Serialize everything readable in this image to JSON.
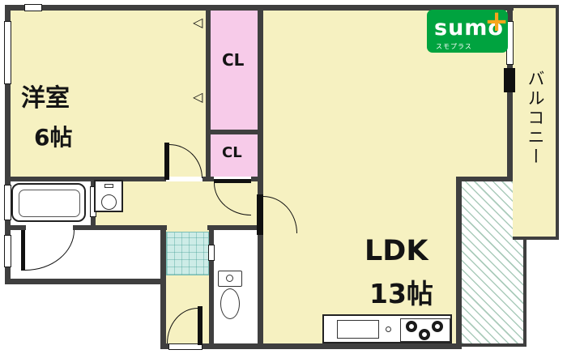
{
  "rooms": {
    "western": {
      "name": "洋室",
      "size": "6帖"
    },
    "closet_upper": {
      "label": "CL"
    },
    "closet_lower": {
      "label": "CL"
    },
    "ldk": {
      "name": "LDK",
      "size": "13帖"
    },
    "balcony": {
      "name": "バルコニー"
    }
  },
  "logo": {
    "brand": "sumo",
    "plus": "+",
    "caption": "スモプラス"
  },
  "glyphs": {
    "fold_marker": "◁"
  },
  "colors": {
    "room_fill": "#F6F1C1",
    "closet_fill": "#F7CBE9",
    "tile_fill": "#CDECE7",
    "wall": "#3F3F3F",
    "hatch_line": "#7DAF96",
    "logo_green": "#00A33F",
    "logo_orange": "#F7A61B"
  }
}
